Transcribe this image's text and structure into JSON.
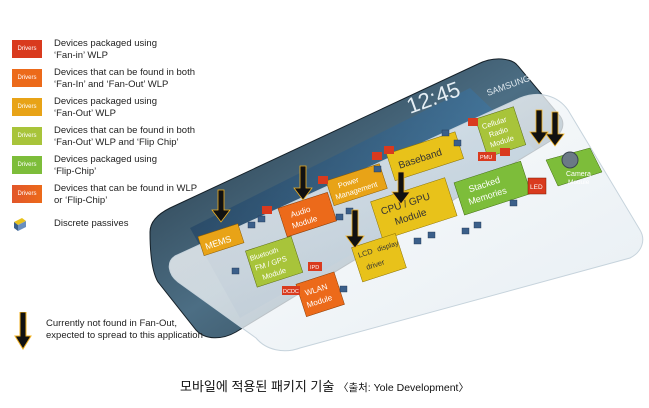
{
  "legend": {
    "swatch_label": "Drivers",
    "items": [
      {
        "color": "#d93a1e",
        "text_1": "Devices packaged using",
        "text_2": "‘Fan-in’ WLP"
      },
      {
        "color": "#ec6a1a",
        "text_1": "Devices that can be found in both",
        "text_2": "‘Fan-In’ and ‘Fan-Out’ WLP"
      },
      {
        "color": "#e8a317",
        "text_1": "Devices packaged using",
        "text_2": "‘Fan-Out’ WLP"
      },
      {
        "color": "#a8c43a",
        "text_1": "Devices that can be found in both",
        "text_2": "‘Fan-Out’ WLP and ‘Flip Chip’"
      },
      {
        "color": "#7dbd3a",
        "text_1": "Devices packaged using",
        "text_2": "‘Flip-Chip’"
      },
      {
        "color": "#e2562a",
        "text_1": "Devices that can be found in WLP",
        "text_2": "or ‘Flip-Chip’"
      }
    ],
    "discrete_label": "Discrete passives",
    "arrow_text_1": "Currently not found in Fan-Out,",
    "arrow_text_2": "expected to spread to this application"
  },
  "phone": {
    "brand": "SAMSUNG",
    "time": "12:45",
    "modules": {
      "mems": "MEMS",
      "audio_1": "Audio",
      "audio_2": "Module",
      "power_1": "Power",
      "power_2": "Management",
      "baseband": "Baseband",
      "cpu_1": "CPU / GPU",
      "cpu_2": "Module",
      "stacked_1": "Stacked",
      "stacked_2": "Memories",
      "cellular_1": "Cellular",
      "cellular_2": "Radio",
      "cellular_3": "Module",
      "bt_1": "Bluetooth",
      "bt_2": "FM / GPS",
      "bt_3": "Module",
      "lcd_1": "LCD",
      "lcd_2": "display",
      "lcd_3": "driver",
      "wlan_1": "WLAN",
      "wlan_2": "Module",
      "led": "LED",
      "camera_1": "Camera",
      "camera_2": "Module",
      "pmu": "PMU",
      "dcdc": "DCDC",
      "ipd": "IPD"
    }
  },
  "caption": {
    "main": "모바일에 적용된 패키지 기술",
    "source": "〈출처: Yole Development〉"
  }
}
